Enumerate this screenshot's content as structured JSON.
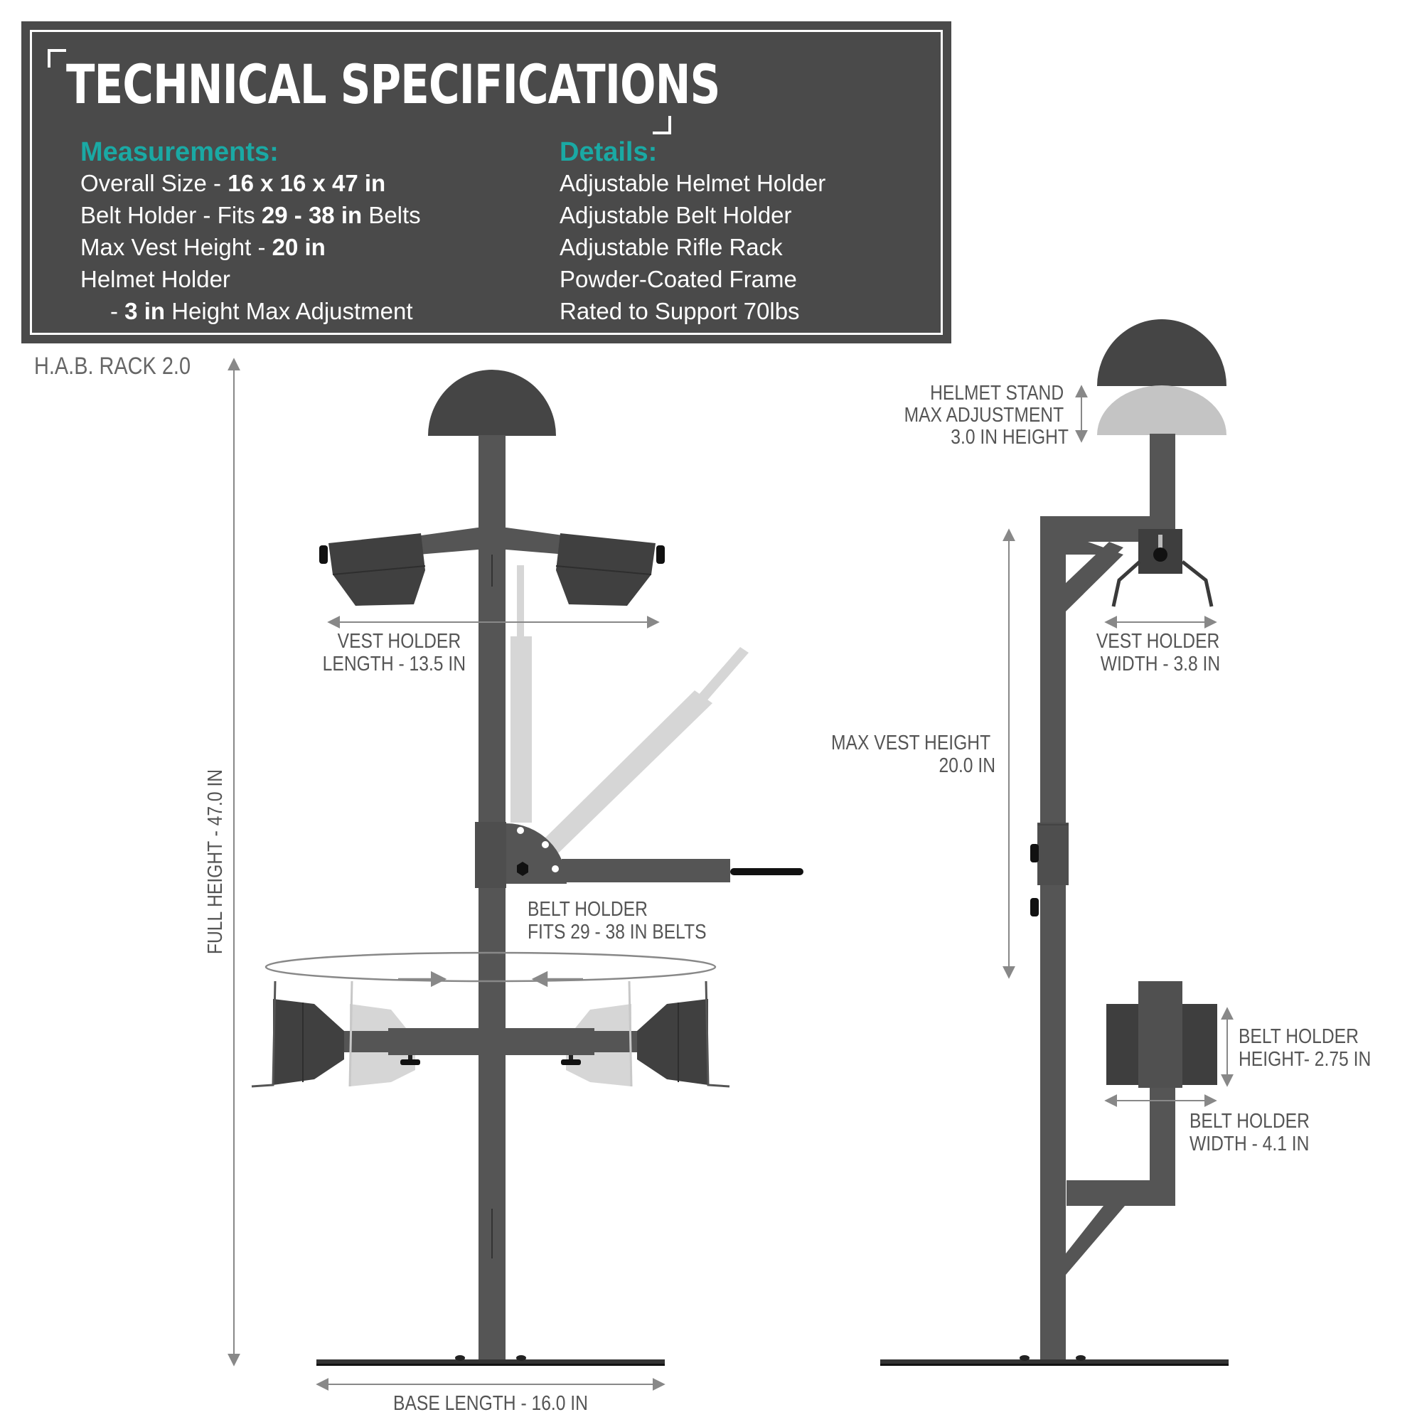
{
  "header": {
    "title": "TECHNICAL SPECIFICATIONS"
  },
  "measurements": {
    "heading": "Measurements:",
    "items": [
      {
        "pre": "Overall Size - ",
        "bold": "16 x 16 x 47 in",
        "post": ""
      },
      {
        "pre": "Belt Holder - Fits ",
        "bold": "29 - 38 in",
        "post": " Belts"
      },
      {
        "pre": "Max Vest Height - ",
        "bold": "20 in",
        "post": ""
      },
      {
        "pre": "Helmet Holder",
        "bold": "",
        "post": ""
      },
      {
        "pre": "- ",
        "bold": "3 in",
        "post": " Height Max Adjustment"
      }
    ]
  },
  "details": {
    "heading": "Details:",
    "items": [
      "Adjustable Helmet Holder",
      "Adjustable Belt Holder",
      "Adjustable Rifle Rack",
      "Powder-Coated Frame",
      "Rated to Support 70lbs"
    ]
  },
  "product_name": "H.A.B. RACK 2.0",
  "labels": {
    "vest_length": [
      "VEST HOLDER",
      "LENGTH - 13.5 IN"
    ],
    "belt_fits": [
      "BELT HOLDER",
      "FITS 29 - 38 IN BELTS"
    ],
    "full_height": "FULL HEIGHT - 47.0 IN",
    "base_length": "BASE LENGTH - 16.0 IN",
    "helmet_adjust": [
      "HELMET STAND",
      "MAX ADJUSTMENT",
      "3.0 IN HEIGHT"
    ],
    "vest_width": [
      "VEST HOLDER",
      "WIDTH - 3.8 IN"
    ],
    "max_vest_height": [
      "MAX VEST HEIGHT",
      "20.0 IN"
    ],
    "belt_height": [
      "BELT HOLDER",
      "HEIGHT- 2.75 IN"
    ],
    "belt_width": [
      "BELT HOLDER",
      "WIDTH - 4.1 IN"
    ]
  },
  "colors": {
    "panel": "#4a4a4a",
    "accent": "#1aa9a4",
    "frame": "#555555",
    "ghost": "#d6d6d6",
    "dim": "#888888"
  }
}
